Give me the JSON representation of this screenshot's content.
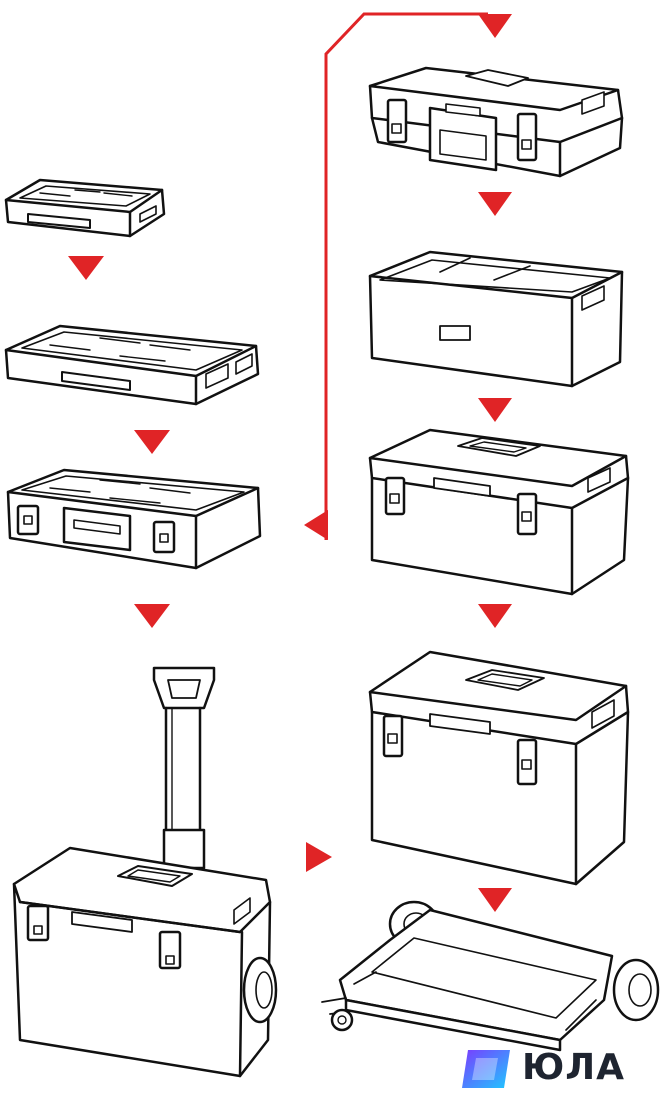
{
  "colors": {
    "outline": "#111111",
    "fill": "#ffffff",
    "arrow": "#e02426",
    "logo_text": "#1e2430",
    "logo_grad_start": "#7a3cff",
    "logo_grad_end": "#1fc8ff"
  },
  "items": [
    {
      "name": "small-organizer",
      "kind": "organizer-flat"
    },
    {
      "name": "medium-organizer",
      "kind": "organizer-wide"
    },
    {
      "name": "organizer-with-latches",
      "kind": "organizer-latched"
    },
    {
      "name": "wheeled-trolley-box",
      "kind": "trolley"
    },
    {
      "name": "toolbox-flat",
      "kind": "toolbox-flat"
    },
    {
      "name": "open-tray-insert",
      "kind": "tray"
    },
    {
      "name": "medium-toolbox",
      "kind": "toolbox-medium"
    },
    {
      "name": "tall-toolbox",
      "kind": "toolbox-tall"
    },
    {
      "name": "wheeled-platform",
      "kind": "platform"
    }
  ],
  "logo": {
    "text": "ЮЛА",
    "icon": "yula-logo-icon"
  }
}
